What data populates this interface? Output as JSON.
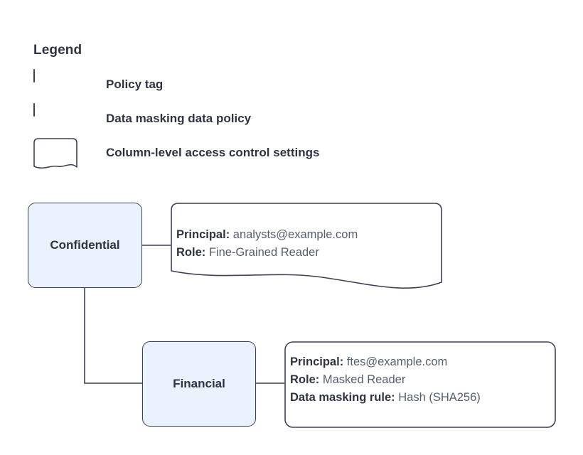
{
  "legend": {
    "title": "Legend",
    "items": [
      {
        "label": "Policy tag",
        "swatch": "rounded-rect-filled"
      },
      {
        "label": "Data masking data policy",
        "swatch": "rounded-rect-plain"
      },
      {
        "label": "Column-level access control settings",
        "swatch": "wavy-bottom-rect"
      }
    ]
  },
  "diagram": {
    "nodes": [
      {
        "id": "confidential",
        "label": "Confidential"
      },
      {
        "id": "financial",
        "label": "Financial"
      }
    ],
    "callouts": [
      {
        "id": "confidential-policy",
        "shape": "wavy-bottom-rect",
        "lines": [
          {
            "label": "Principal:",
            "value": "analysts@example.com"
          },
          {
            "label": "Role:",
            "value": "Fine-Grained Reader"
          }
        ]
      },
      {
        "id": "financial-policy",
        "shape": "rounded-rect-plain",
        "lines": [
          {
            "label": "Principal:",
            "value": "ftes@example.com"
          },
          {
            "label": "Role:",
            "value": "Masked Reader"
          },
          {
            "label": "Data masking rule:",
            "value": "Hash (SHA256)"
          }
        ]
      }
    ]
  },
  "colors": {
    "node_fill": "#eaf2fd",
    "stroke": "#3b4252",
    "label_text": "#2e3440",
    "value_text": "#555f6d",
    "background": "#ffffff"
  }
}
